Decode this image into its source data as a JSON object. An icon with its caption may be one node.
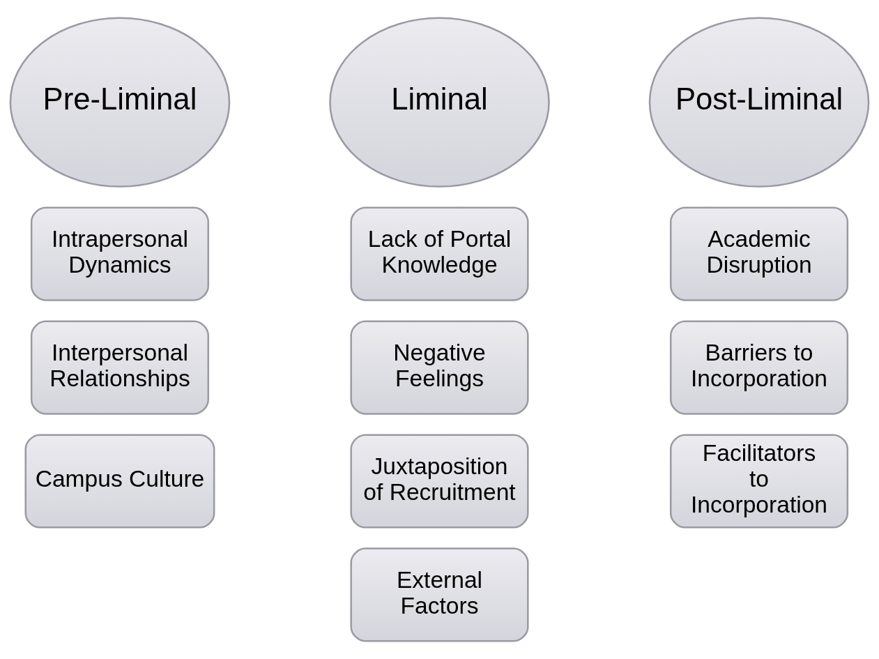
{
  "diagram": {
    "nodes": [
      {
        "text": [
          "Pre-Liminal"
        ]
      },
      {
        "text": [
          "Intrapersonal Dynamics"
        ]
      },
      {
        "text": [
          "Interpersonal Relationships"
        ]
      },
      {
        "text": [
          "Campus Culture"
        ]
      },
      {
        "text": [
          "Liminal"
        ]
      },
      {
        "text": [
          "Lack of Portal Knowledge"
        ]
      },
      {
        "text": [
          "Negative Feelings"
        ]
      },
      {
        "text": [
          "Juxtaposition of Recruitment"
        ]
      },
      {
        "text": [
          "External Factors"
        ]
      },
      {
        "text": [
          "Post-Liminal"
        ]
      },
      {
        "text": [
          "Academic Disruption"
        ]
      },
      {
        "text": [
          "Barriers to Incorporation"
        ]
      },
      {
        "text": [
          "Facilitators to Incorporation"
        ]
      }
    ]
  }
}
